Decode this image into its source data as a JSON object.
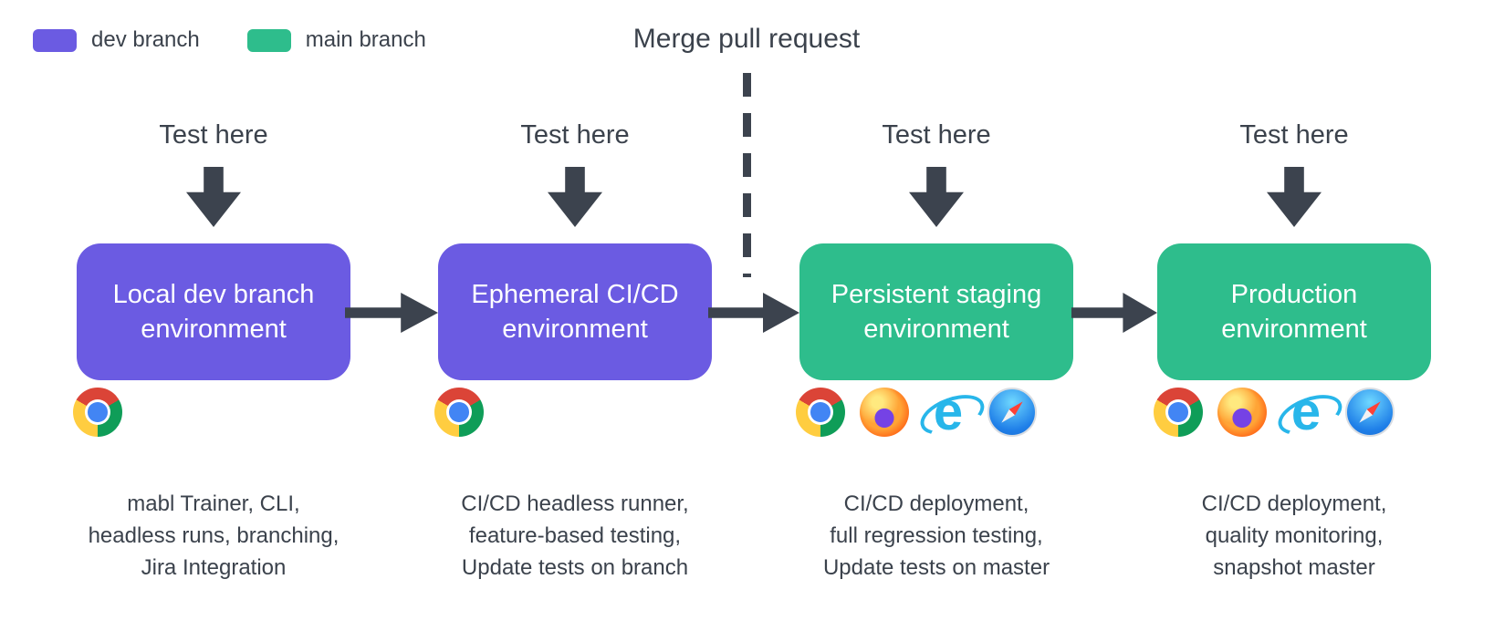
{
  "legend": {
    "items": [
      {
        "label": "dev branch",
        "color": "#6B5BE2"
      },
      {
        "label": "main branch",
        "color": "#2EBD8C"
      }
    ]
  },
  "merge": {
    "label": "Merge pull request"
  },
  "stages": [
    {
      "id": "local-dev",
      "test_label": "Test here",
      "title": "Local dev branch environment",
      "branch": "dev",
      "browsers": [
        "chrome"
      ],
      "description": [
        "mabl Trainer, CLI,",
        "headless runs, branching,",
        "Jira Integration"
      ]
    },
    {
      "id": "ephemeral-cicd",
      "test_label": "Test here",
      "title": "Ephemeral CI/CD environment",
      "branch": "dev",
      "browsers": [
        "chrome"
      ],
      "description": [
        "CI/CD headless runner,",
        "feature-based testing,",
        "Update tests on branch"
      ]
    },
    {
      "id": "persistent-staging",
      "test_label": "Test here",
      "title": "Persistent staging environment",
      "branch": "main",
      "browsers": [
        "chrome",
        "firefox",
        "ie",
        "safari"
      ],
      "description": [
        "CI/CD deployment,",
        "full regression testing,",
        "Update tests on master"
      ]
    },
    {
      "id": "production",
      "test_label": "Test here",
      "title": "Production environment",
      "branch": "main",
      "browsers": [
        "chrome",
        "firefox",
        "ie",
        "safari"
      ],
      "description": [
        "CI/CD deployment,",
        "quality monitoring,",
        "snapshot master"
      ]
    }
  ],
  "colors": {
    "dev_branch": "#6B5BE2",
    "main_branch": "#2EBD8C",
    "arrow": "#3C434E",
    "text": "#3B424C"
  },
  "icon_glyphs": {
    "ie": "e"
  }
}
